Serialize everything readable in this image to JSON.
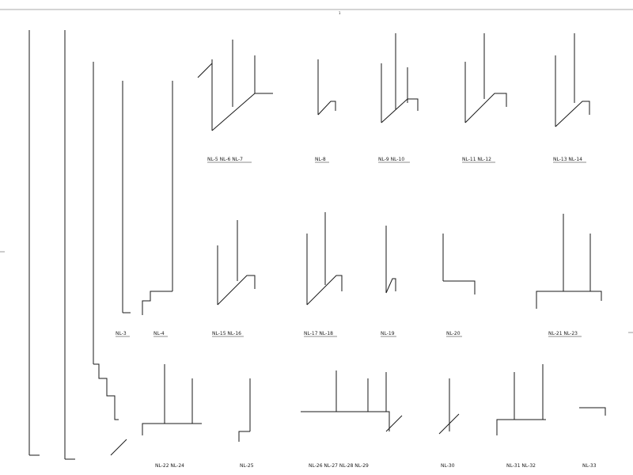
{
  "figure": {
    "top_mark": "1",
    "diagrams": [
      {
        "id": "NL-5 NL-6 NL-7"
      },
      {
        "id": "NL-8"
      },
      {
        "id": "NL-9 NL-10"
      },
      {
        "id": "NL-11 NL-12"
      },
      {
        "id": "NL-13 NL-14"
      },
      {
        "id": "NL-3"
      },
      {
        "id": "NL-4"
      },
      {
        "id": "NL-15 NL-16"
      },
      {
        "id": "NL-17 NL-18"
      },
      {
        "id": "NL-19"
      },
      {
        "id": "NL-20"
      },
      {
        "id": "NL-21 NL-23"
      },
      {
        "id": "NL-22 NL-24"
      },
      {
        "id": "NL-25"
      },
      {
        "id": "NL-26 NL-27 NL-28 NL-29"
      },
      {
        "id": "NL-30"
      },
      {
        "id": "NL-31 NL-32"
      },
      {
        "id": "NL-33"
      }
    ]
  }
}
